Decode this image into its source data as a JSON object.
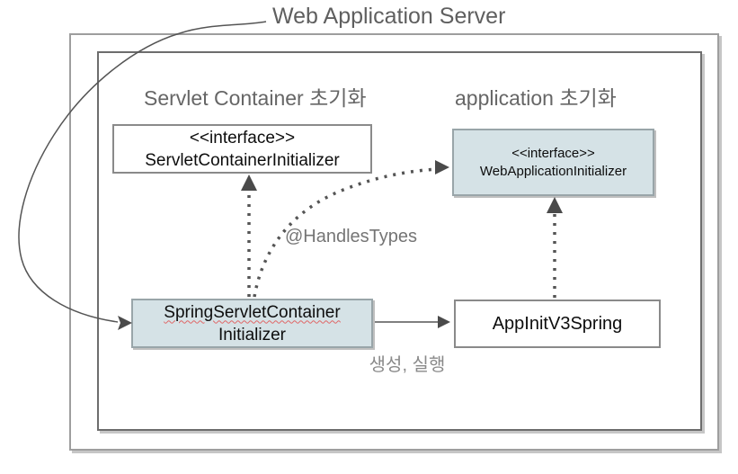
{
  "title": "Web Application Server",
  "sections": {
    "left": "Servlet Container 초기화",
    "right": "application 초기화"
  },
  "nodes": {
    "servlet_container_initializer": {
      "stereotype": "<<interface>>",
      "name": "ServletContainerInitializer"
    },
    "web_application_initializer": {
      "stereotype": "<<interface>>",
      "name": "WebApplicationInitializer"
    },
    "spring_servlet_container_initializer": {
      "name_line1": "SpringServletContainer",
      "name_line2": "Initializer"
    },
    "app_init_v3_spring": {
      "name": "AppInitV3Spring"
    }
  },
  "edge_labels": {
    "handles_types": "@HandlesTypes",
    "create_run": "생성, 실행"
  },
  "colors": {
    "highlight_fill": "#d5e2e6",
    "plain_fill": "#ffffff",
    "outer_frame_border": "#9e9e9e",
    "inner_frame_border": "#6d6d6d",
    "node_border": "#8a8a8a",
    "arrow_dotted": "#555555",
    "arrow_solid_line": "#7f7f7f",
    "arrow_head": "#4a4a4a",
    "heading_text": "#666666",
    "node_text": "#0d0d0d",
    "spellcheck_red": "#e06666"
  }
}
